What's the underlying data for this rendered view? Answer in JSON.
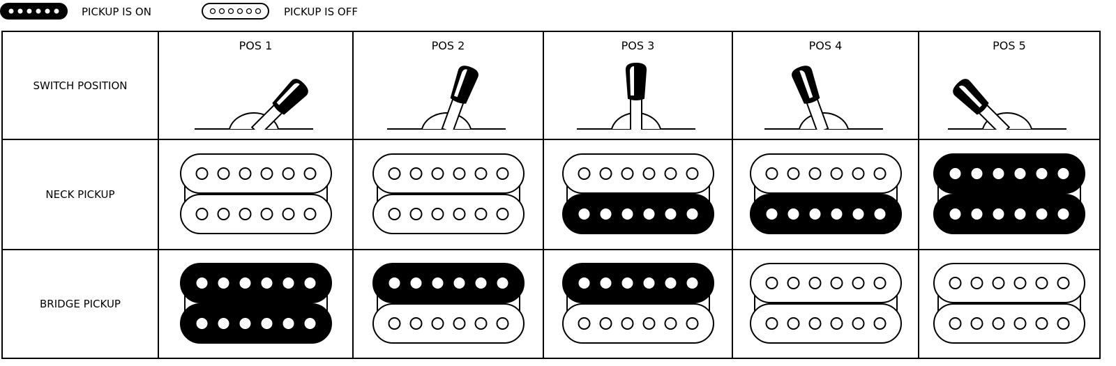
{
  "legend": {
    "on_label": "PICKUP IS ON",
    "off_label": "PICKUP IS OFF"
  },
  "rows": {
    "switch": "SWITCH POSITION",
    "neck": "NECK PICKUP",
    "bridge": "BRIDGE PICKUP"
  },
  "colors": {
    "on": "#000000",
    "off": "#ffffff",
    "line": "#000000"
  },
  "positions": [
    {
      "label": "POS 1",
      "lever_angle_deg": 45,
      "neck": {
        "top": "off",
        "bottom": "off"
      },
      "bridge": {
        "top": "on",
        "bottom": "on"
      }
    },
    {
      "label": "POS 2",
      "lever_angle_deg": 20,
      "neck": {
        "top": "off",
        "bottom": "off"
      },
      "bridge": {
        "top": "on",
        "bottom": "off"
      }
    },
    {
      "label": "POS 3",
      "lever_angle_deg": 0,
      "neck": {
        "top": "off",
        "bottom": "on"
      },
      "bridge": {
        "top": "on",
        "bottom": "off"
      }
    },
    {
      "label": "POS 4",
      "lever_angle_deg": -20,
      "neck": {
        "top": "off",
        "bottom": "on"
      },
      "bridge": {
        "top": "off",
        "bottom": "off"
      }
    },
    {
      "label": "POS 5",
      "lever_angle_deg": -45,
      "neck": {
        "top": "on",
        "bottom": "on"
      },
      "bridge": {
        "top": "off",
        "bottom": "off"
      }
    }
  ]
}
